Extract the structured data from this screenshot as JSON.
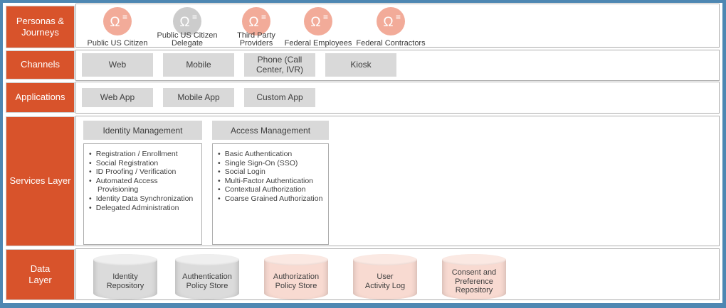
{
  "colors": {
    "accent_orange": "#d8532b",
    "frame_blue": "#4e87b2",
    "panel_gray": "#d9d9d9",
    "box_border_gray": "#adadad",
    "text_dark": "#3f3f3f",
    "persona_icon_salmon": "#f2ab99",
    "persona_icon_gray": "#cccccc",
    "cylinder_gray_body": "#dbdbdb",
    "cylinder_gray_top": "#efefef",
    "cylinder_pink_body": "#f8dad1",
    "cylinder_pink_top": "#fbe9e3"
  },
  "sidebar": {
    "rows": [
      {
        "label": "Personas &\nJourneys"
      },
      {
        "label": "Channels"
      },
      {
        "label": "Applications"
      },
      {
        "label": "Services Layer"
      },
      {
        "label": "Data\nLayer"
      }
    ]
  },
  "personas": {
    "items": [
      {
        "label": "Public US Citizen",
        "icon": "persona-user-icon",
        "icon_color": "#f2ab99"
      },
      {
        "label": "Public US Citizen\nDelegate",
        "icon": "persona-user-icon",
        "icon_color": "#cccccc"
      },
      {
        "label": "Third Party\nProviders",
        "icon": "persona-user-icon",
        "icon_color": "#f2ab99"
      },
      {
        "label": "Federal Employees",
        "icon": "persona-user-icon",
        "icon_color": "#f2ab99"
      },
      {
        "label": "Federal Contractors",
        "icon": "persona-user-icon",
        "icon_color": "#f2ab99"
      }
    ]
  },
  "channels": {
    "items": [
      {
        "label": "Web"
      },
      {
        "label": "Mobile"
      },
      {
        "label": "Phone (Call\nCenter, IVR)"
      },
      {
        "label": "Kiosk"
      }
    ]
  },
  "applications": {
    "items": [
      {
        "label": "Web App"
      },
      {
        "label": "Mobile App"
      },
      {
        "label": "Custom App"
      }
    ]
  },
  "services": {
    "groups": [
      {
        "title": "Identity Management",
        "items": [
          "Registration / Enrollment",
          "Social Registration",
          "ID Proofing / Verification",
          "Automated Access Provisioning",
          "Identity Data Synchronization",
          "Delegated Administration"
        ]
      },
      {
        "title": "Access Management",
        "items": [
          "Basic Authentication",
          "Single Sign-On (SSO)",
          "Social Login",
          "Multi-Factor Authentication",
          "Contextual Authorization",
          "Coarse Grained Authorization"
        ]
      }
    ]
  },
  "data_layer": {
    "stores": [
      {
        "label": "Identity\nRepository",
        "body_color": "#dbdbdb",
        "top_color": "#efefef"
      },
      {
        "label": "Authentication\nPolicy Store",
        "body_color": "#dbdbdb",
        "top_color": "#efefef"
      },
      {
        "label": "Authorization\nPolicy Store",
        "body_color": "#f8dad1",
        "top_color": "#fbe9e3"
      },
      {
        "label": "User\nActivity Log",
        "body_color": "#f8dad1",
        "top_color": "#fbe9e3"
      },
      {
        "label": "Consent and\nPreference\nRepository",
        "body_color": "#f8dad1",
        "top_color": "#fbe9e3"
      }
    ]
  }
}
